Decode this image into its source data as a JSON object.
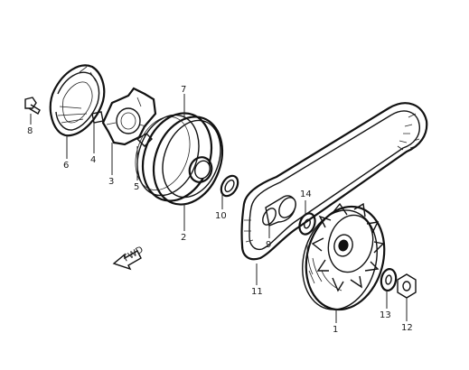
{
  "diagram": {
    "callouts": [
      "1",
      "2",
      "3",
      "4",
      "5",
      "6",
      "7",
      "8",
      "9",
      "10",
      "11",
      "12",
      "13",
      "14"
    ],
    "fwd_label": "FWD"
  }
}
